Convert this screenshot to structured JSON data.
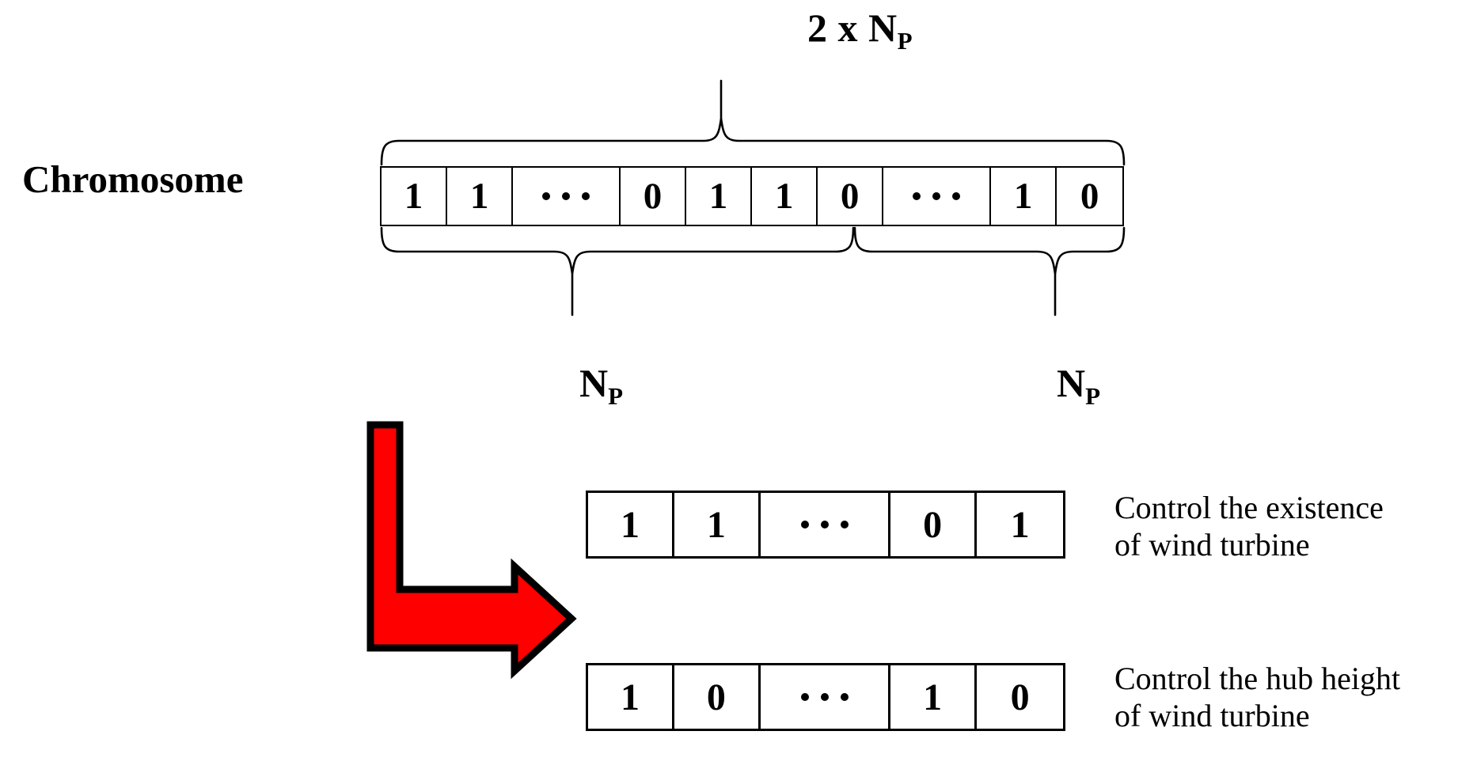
{
  "diagram": {
    "title_top": "2 x N",
    "title_top_sub": "P",
    "row_label": "Chromosome",
    "chromosome_cells": [
      "1",
      "1",
      "⋯",
      "0",
      "1",
      "1",
      "0",
      "⋯",
      "1",
      "0"
    ],
    "brace_top_label": "2 x N_P",
    "brace_left_label": "N",
    "brace_left_label_sub": "P",
    "brace_right_label": "N",
    "brace_right_label_sub": "P",
    "sub_rows": [
      {
        "cells": [
          "1",
          "1",
          "⋯",
          "0",
          "1"
        ],
        "caption": "Control the existence\nof wind turbine"
      },
      {
        "cells": [
          "1",
          "0",
          "⋯",
          "1",
          "0"
        ],
        "caption": "Control the hub height\nof wind turbine"
      }
    ],
    "arrow": {
      "name": "red-elbow-arrow",
      "fill_color": "#FF0000",
      "stroke_color": "#000000"
    },
    "colors": {
      "background": "#FFFFFF",
      "line": "#000000",
      "accent_red": "#FF0000"
    }
  }
}
